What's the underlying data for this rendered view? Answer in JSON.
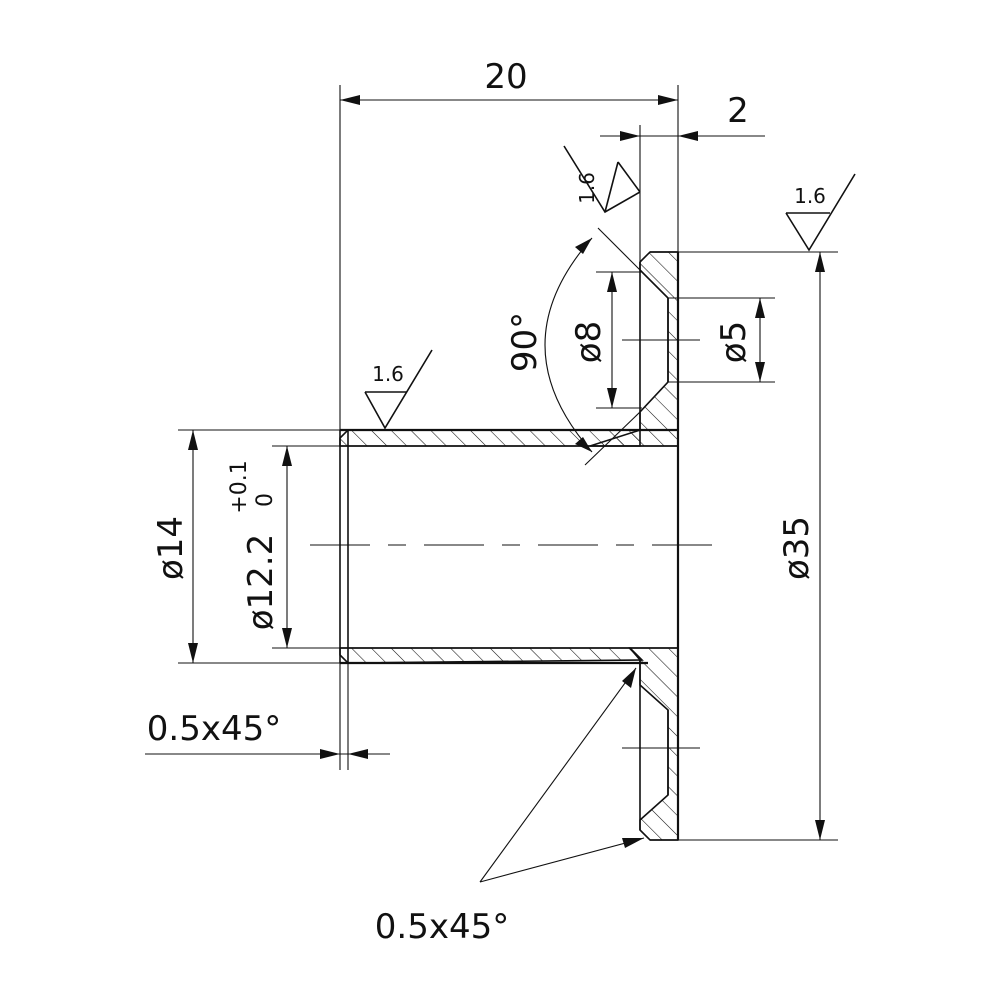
{
  "dimensions": {
    "overall_length": "20",
    "flange_thickness": "2",
    "bore_diameter": "ø12.2",
    "bore_tolerance_upper": "+0.1",
    "bore_tolerance_lower": "0",
    "outer_diameter": "ø14",
    "flange_diameter": "ø35",
    "countersink_outer": "ø8",
    "hole_diameter": "ø5",
    "countersink_angle": "90°",
    "edge_chamfer": "0.5x45°",
    "flange_chamfer": "0.5x45°"
  },
  "surface_finish": {
    "shaft": "1.6",
    "flange_face": "1.6",
    "flange_outer": "1.6"
  }
}
